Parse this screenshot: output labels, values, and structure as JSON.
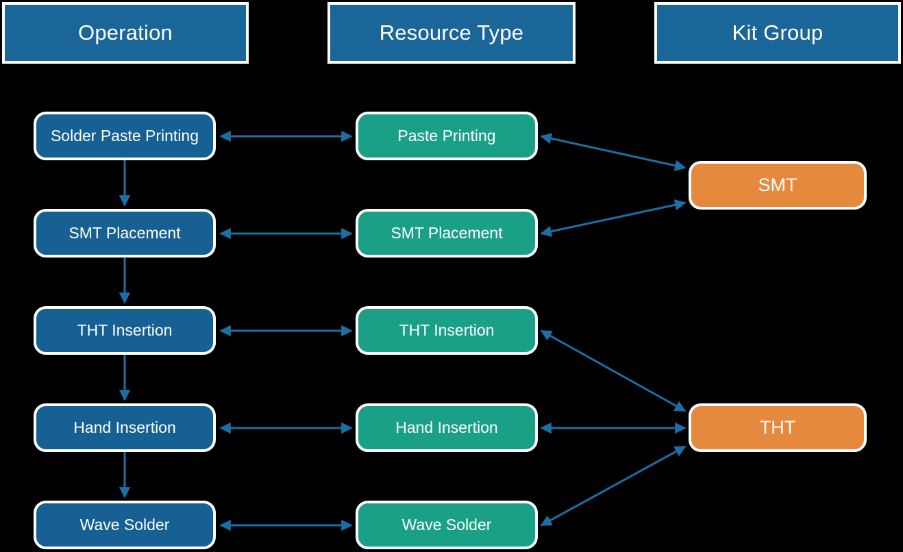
{
  "diagram": {
    "title": "Operation / Resource Type / Kit Group mapping",
    "background_color": "#000000",
    "colors": {
      "header_fill": "#1B6698",
      "operation_fill": "#166093",
      "resource_fill": "#1BA088",
      "kit_fill": "#E4893E",
      "node_border": "#FFFFFF",
      "edge": "#1A6FA5",
      "text": "#FFFFFF"
    }
  },
  "columns": [
    {
      "id": "operation",
      "label": "Operation"
    },
    {
      "id": "resource_type",
      "label": "Resource Type"
    },
    {
      "id": "kit_group",
      "label": "Kit Group"
    }
  ],
  "operations": [
    {
      "id": "op-solder-paste-printing",
      "label": "Solder Paste Printing"
    },
    {
      "id": "op-smt-placement",
      "label": "SMT Placement"
    },
    {
      "id": "op-tht-insertion",
      "label": "THT Insertion"
    },
    {
      "id": "op-hand-insertion",
      "label": "Hand Insertion"
    },
    {
      "id": "op-wave-solder",
      "label": "Wave Solder"
    }
  ],
  "resource_types": [
    {
      "id": "rt-paste-printing",
      "label": "Paste Printing"
    },
    {
      "id": "rt-smt-placement",
      "label": "SMT Placement"
    },
    {
      "id": "rt-tht-insertion",
      "label": "THT Insertion"
    },
    {
      "id": "rt-hand-insertion",
      "label": "Hand Insertion"
    },
    {
      "id": "rt-wave-solder",
      "label": "Wave Solder"
    }
  ],
  "kit_groups": [
    {
      "id": "kg-smt",
      "label": "SMT"
    },
    {
      "id": "kg-tht",
      "label": "THT"
    }
  ],
  "edges": {
    "operation_sequence": [
      {
        "from": "op-solder-paste-printing",
        "to": "op-smt-placement",
        "style": "single-arrow-down"
      },
      {
        "from": "op-smt-placement",
        "to": "op-tht-insertion",
        "style": "single-arrow-down"
      },
      {
        "from": "op-tht-insertion",
        "to": "op-hand-insertion",
        "style": "single-arrow-down"
      },
      {
        "from": "op-hand-insertion",
        "to": "op-wave-solder",
        "style": "single-arrow-down"
      }
    ],
    "operation_to_resource": [
      {
        "from": "op-solder-paste-printing",
        "to": "rt-paste-printing",
        "style": "double-arrow"
      },
      {
        "from": "op-smt-placement",
        "to": "rt-smt-placement",
        "style": "double-arrow"
      },
      {
        "from": "op-tht-insertion",
        "to": "rt-tht-insertion",
        "style": "double-arrow"
      },
      {
        "from": "op-hand-insertion",
        "to": "rt-hand-insertion",
        "style": "double-arrow"
      },
      {
        "from": "op-wave-solder",
        "to": "rt-wave-solder",
        "style": "double-arrow"
      }
    ],
    "resource_to_kit": [
      {
        "from": "rt-paste-printing",
        "to": "kg-smt",
        "style": "double-arrow"
      },
      {
        "from": "rt-smt-placement",
        "to": "kg-smt",
        "style": "double-arrow"
      },
      {
        "from": "rt-tht-insertion",
        "to": "kg-tht",
        "style": "double-arrow"
      },
      {
        "from": "rt-hand-insertion",
        "to": "kg-tht",
        "style": "double-arrow"
      },
      {
        "from": "rt-wave-solder",
        "to": "kg-tht",
        "style": "double-arrow"
      }
    ]
  }
}
